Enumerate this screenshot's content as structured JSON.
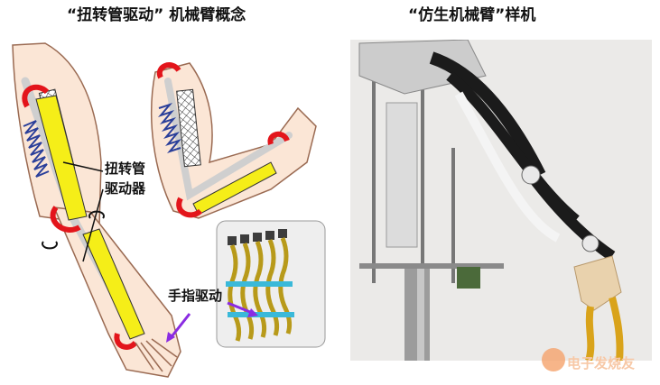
{
  "titles": {
    "left": "“扭转管驱动” 机械臂概念",
    "right": "“仿生机械臂”样机"
  },
  "labels": {
    "actuator_line1": "扭转管",
    "actuator_line2": "驱动器",
    "finger_drive": "手指驱动"
  },
  "watermark": {
    "text": "电子发烧友"
  },
  "colors": {
    "skin_fill": "#fbe6d6",
    "skin_stroke": "#9a6a52",
    "muscle_red": "#e3151b",
    "tube_yellow": "#f5ee18",
    "spring_blue": "#2a3f9a",
    "arrow_purple": "#8a2be2",
    "finger_blue": "#3ab9d9",
    "inset_bg": "#eeeeee",
    "photo_bg": "#ebeae8",
    "gripper": "#e9d2ad"
  }
}
